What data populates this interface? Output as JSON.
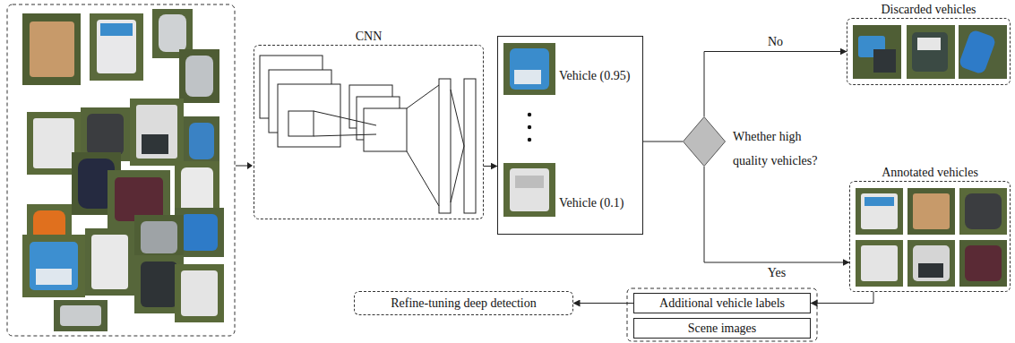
{
  "diagram": {
    "nodes": [
      {
        "text": [
          "CNN"
        ]
      },
      {
        "text": [
          "Vehicle (0.95)",
          "Vehicle (0.1)"
        ]
      },
      {
        "text": [
          "Whether high quality vehicles?"
        ]
      },
      {
        "text": [
          "Discarded vehicles"
        ]
      },
      {
        "text": [
          "Annotated vehicles"
        ]
      },
      {
        "text": [
          "Additional vehicle labels"
        ]
      },
      {
        "text": [
          "Scene images"
        ]
      },
      {
        "text": [
          "Refine-tuning deep detection"
        ]
      }
    ],
    "edges": [
      {
        "from": 0,
        "to": 1,
        "arrow": "to"
      },
      {
        "from": 1,
        "to": 2,
        "arrow": "none"
      },
      {
        "from": 2,
        "to": 3,
        "label": "No",
        "arrow": "to"
      },
      {
        "from": 2,
        "to": 4,
        "label": "Yes",
        "arrow": "to"
      },
      {
        "from": 4,
        "to": 5,
        "arrow": "to"
      },
      {
        "from": 5,
        "to": 7,
        "arrow": "to"
      }
    ]
  }
}
